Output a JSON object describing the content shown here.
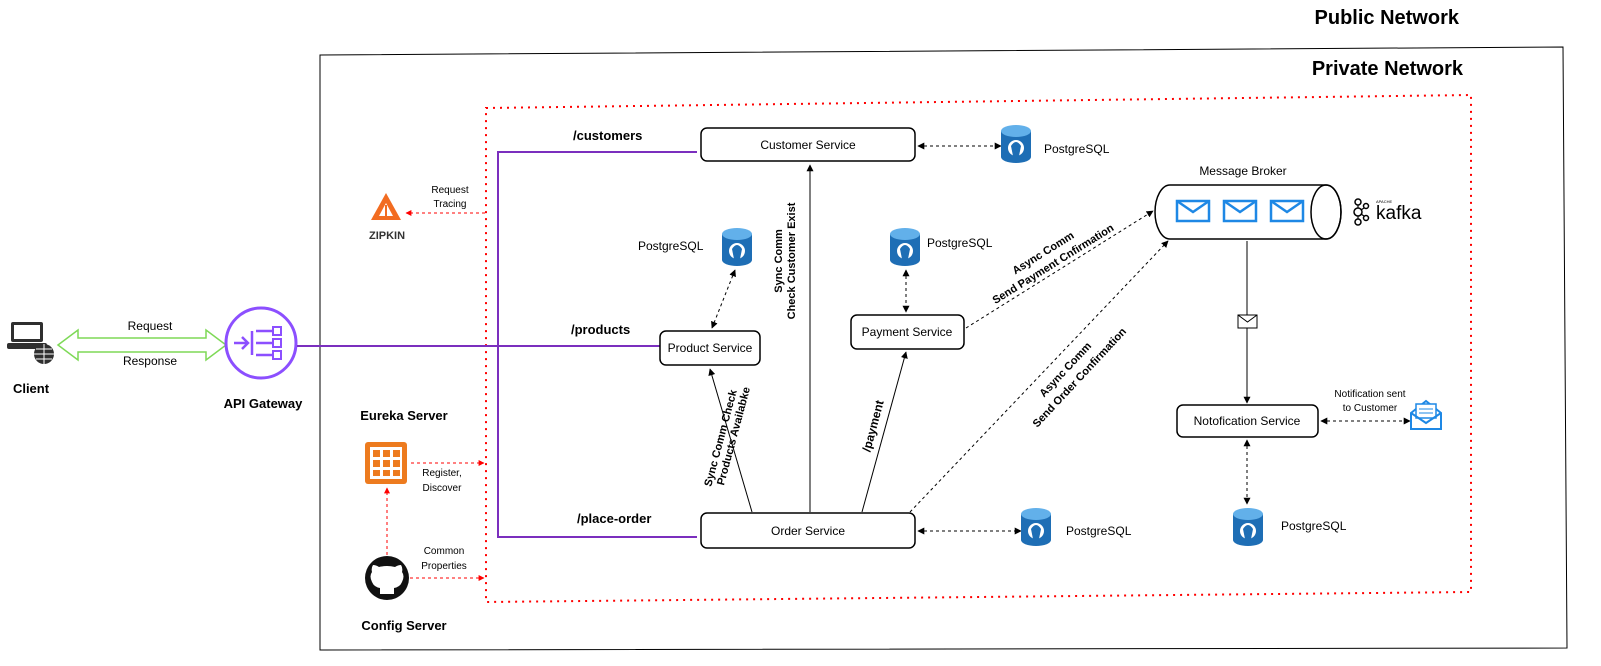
{
  "networks": {
    "public": "Public Network",
    "private": "Private Network"
  },
  "client": {
    "label": "Client",
    "request": "Request",
    "response": "Response"
  },
  "gateway": {
    "label": "API Gateway"
  },
  "routes": {
    "customers": "/customers",
    "products": "/products",
    "place_order": "/place-order",
    "payment": "/payment"
  },
  "zipkin": {
    "logo_text": "ZIPKIN",
    "note_line1": "Request",
    "note_line2": "Tracing"
  },
  "eureka": {
    "label": "Eureka Server",
    "note_line1": "Register,",
    "note_line2": "Discover"
  },
  "config": {
    "label": "Config Server",
    "note_line1": "Common",
    "note_line2": "Properties"
  },
  "services": {
    "customer": "Customer Service",
    "product": "Product Service",
    "payment": "Payment Service",
    "order": "Order Service",
    "notification": "Notofication Service"
  },
  "databases": {
    "customer_db": "PostgreSQL",
    "product_db": "PostgreSQL",
    "payment_db": "PostgreSQL",
    "order_db": "PostgreSQL",
    "notification_db": "PostgreSQL"
  },
  "broker": {
    "label": "Message Broker",
    "kafka": "kafka",
    "apache": "APACHE"
  },
  "edges": {
    "sync_customer_1": "Sync Comm",
    "sync_customer_2": "Check Customer Exist",
    "sync_product_1": "Sync Comm Check",
    "sync_product_2": "Products Availabke",
    "async_payment_1": "Async Comm",
    "async_payment_2": "Send Payment Cnfirmation",
    "async_order_1": "Async Comm",
    "async_order_2": "Send Order Confirmation",
    "notify_1": "Notification sent",
    "notify_2": "to Customer"
  },
  "icons": {
    "client": "client-computer-icon",
    "gateway": "api-gateway-icon",
    "zipkin": "zipkin-logo-icon",
    "eureka": "eureka-server-icon",
    "config": "github-icon",
    "db": "postgresql-icon",
    "envelope": "envelope-icon",
    "email": "email-notification-icon",
    "kafka": "kafka-logo-icon"
  },
  "colors": {
    "route_line": "#7b2fbe",
    "private_zone": "#ff0000",
    "bidirectional_arrow": "#7ed957",
    "zipkin": "#f26c21",
    "eureka": "#ed7b1f",
    "gateway": "#8c4fff"
  }
}
